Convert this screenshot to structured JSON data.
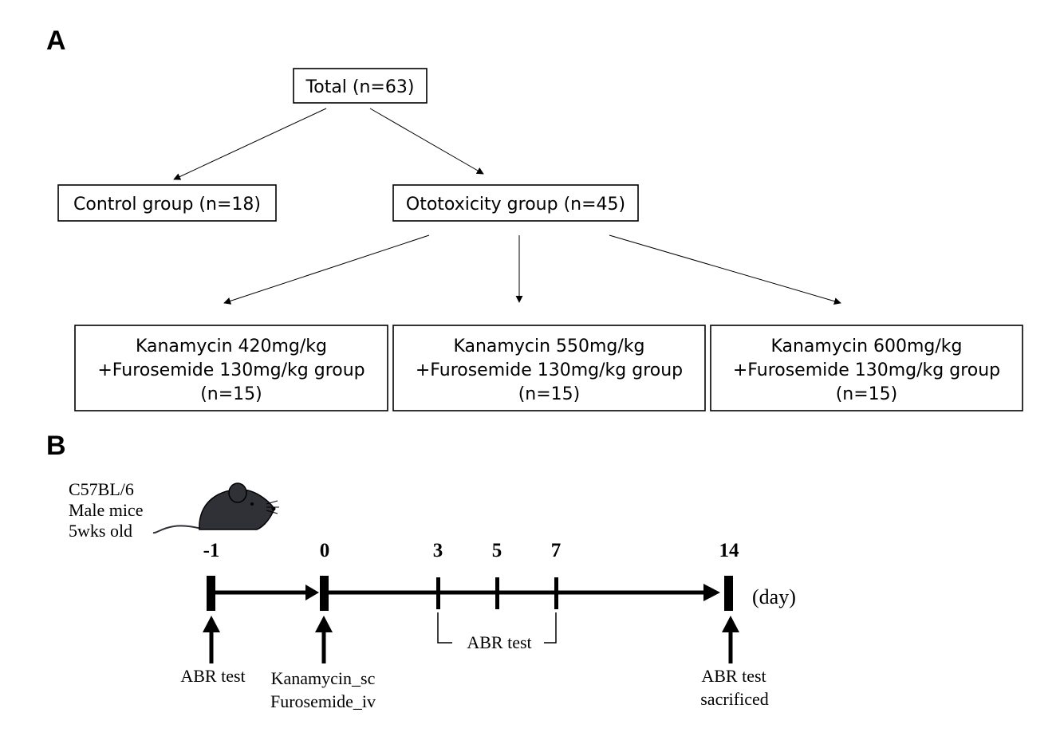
{
  "panel_a": {
    "label": "A",
    "total": "Total (n=63)",
    "control": "Control group (n=18)",
    "ototoxicity": "Ototoxicity group (n=45)",
    "groups": [
      {
        "line1": "Kanamycin 420mg/kg",
        "line2": "+Furosemide 130mg/kg group",
        "line3": "(n=15)"
      },
      {
        "line1": "Kanamycin 550mg/kg",
        "line2": "+Furosemide 130mg/kg group",
        "line3": "(n=15)"
      },
      {
        "line1": "Kanamycin 600mg/kg",
        "line2": "+Furosemide 130mg/kg group",
        "line3": "(n=15)"
      }
    ]
  },
  "panel_b": {
    "label": "B",
    "mouse_info": [
      "C57BL/6",
      "Male mice",
      "5wks old"
    ],
    "days": [
      "-1",
      "0",
      "3",
      "5",
      "7",
      "14"
    ],
    "unit": "(day)",
    "events": {
      "day_minus1": "ABR test",
      "day0_line1": "Kanamycin_sc",
      "day0_line2": "Furosemide_iv",
      "mid_bracket": "ABR test",
      "day14_line1": "ABR test",
      "day14_line2": "sacrificed"
    }
  },
  "colors": {
    "line": "#000000",
    "mouse_body": "#2f3137",
    "background": "#ffffff"
  },
  "icons": [
    "mouse-icon"
  ]
}
